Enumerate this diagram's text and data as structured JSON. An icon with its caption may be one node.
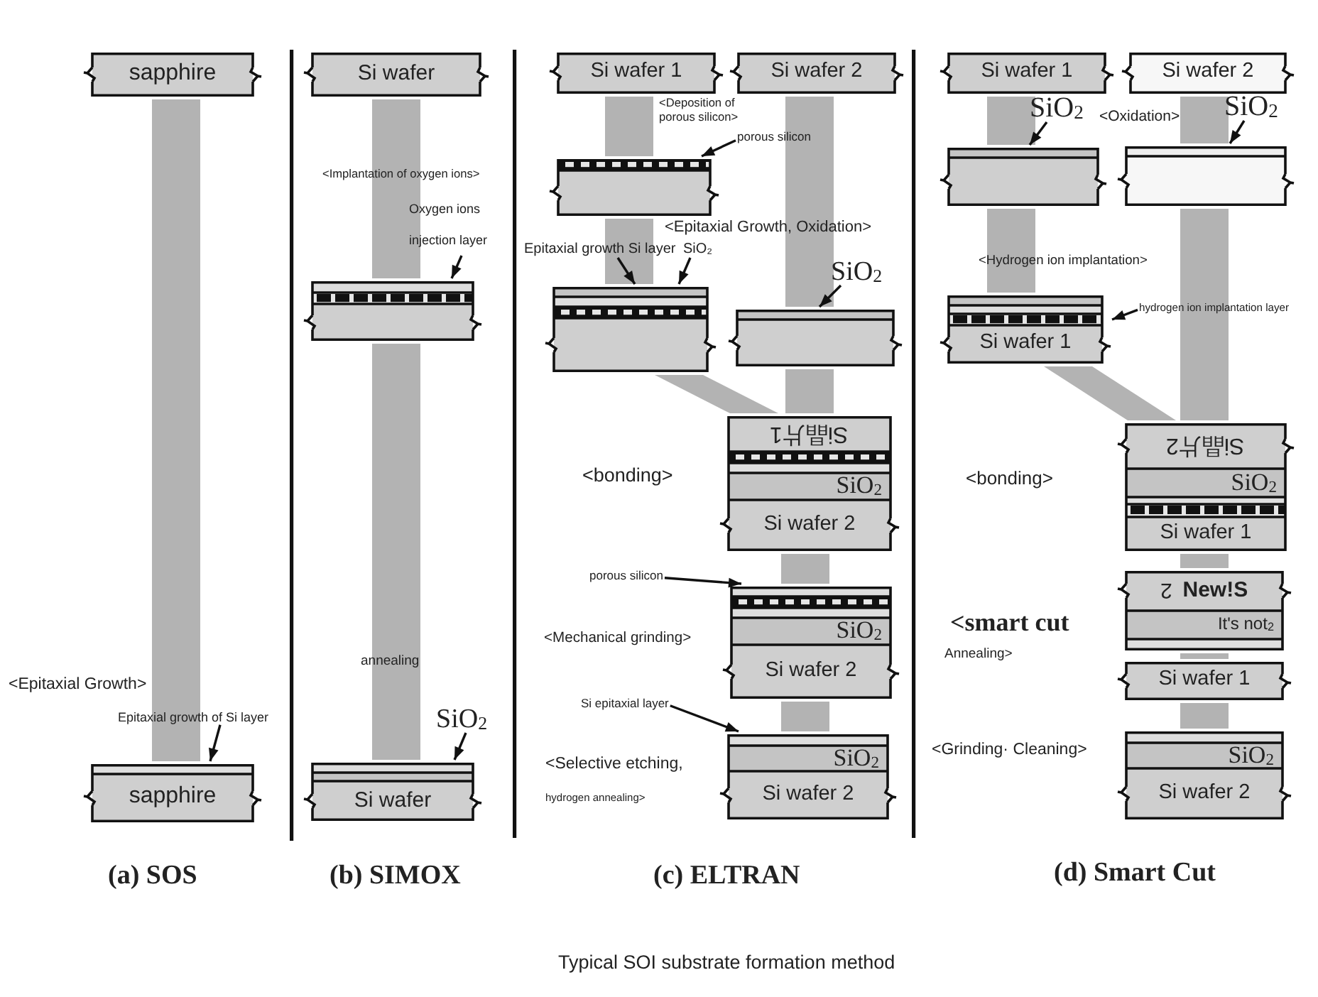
{
  "diagram": {
    "caption": "Typical SOI substrate formation method",
    "nodes": [
      {
        "text": [
          "sapphire"
        ]
      },
      {
        "text": [
          "Epitaxial growth of Si layer"
        ]
      },
      {
        "text": [
          "sapphire"
        ]
      },
      {
        "text": [
          "Si wafer"
        ]
      },
      {
        "text": [
          "Oxygen ions injection layer"
        ]
      },
      {
        "text": [],
        "shape": "box"
      },
      {
        "text": [
          "SiO$_{2}$"
        ]
      },
      {
        "text": [
          "Si wafer"
        ]
      },
      {
        "text": [
          "Si wafer 1"
        ]
      },
      {
        "text": [
          "Si wafer 2"
        ]
      },
      {
        "text": [
          "porous silicon"
        ]
      },
      {
        "text": [],
        "shape": "box"
      },
      {
        "text": [
          "Epitaxial growth Si layer"
        ]
      },
      {
        "text": [
          "SiO₂"
        ]
      },
      {
        "text": [],
        "shape": "box"
      },
      {
        "text": [
          "SiO$_{2}$"
        ]
      },
      {
        "text": [],
        "shape": "box"
      },
      {
        "text": [
          "Si晶片1",
          "SiO$_{2}$",
          "Si wafer 2"
        ]
      },
      {
        "text": [
          "porous silicon"
        ]
      },
      {
        "text": [
          "SiO$_{2}$",
          "Si wafer 2"
        ]
      },
      {
        "text": [
          "Si epitaxial layer"
        ]
      },
      {
        "text": [
          "SiO$_{2}$",
          "Si wafer 2"
        ]
      },
      {
        "text": [
          "Si wafer 1"
        ]
      },
      {
        "text": [
          "Si wafer 2"
        ]
      },
      {
        "text": [
          "SiO$_{2}$"
        ]
      },
      {
        "text": [
          "SiO$_{2}$"
        ]
      },
      {
        "text": [],
        "shape": "box"
      },
      {
        "text": [],
        "shape": "box"
      },
      {
        "text": [
          "Si wafer 1"
        ]
      },
      {
        "text": [
          "hydrogen ion implantation layer"
        ]
      },
      {
        "text": [
          "Si晶片2",
          "SiO$_{2}$",
          "Si wafer 1"
        ]
      },
      {
        "text": [
          "2",
          "New!S",
          "It's not$_{2}$"
        ]
      },
      {
        "text": [
          "Si wafer 1"
        ]
      },
      {
        "text": [
          "SiO$_{2}$",
          "Si wafer 2"
        ]
      }
    ],
    "edges": [
      {
        "from": 0,
        "to": 2,
        "arrow": "none",
        "style": "thick"
      },
      {
        "from": 1,
        "to": 2,
        "arrow": "to",
        "color": "#111111"
      },
      {
        "from": 3,
        "to": 5,
        "arrow": "none",
        "style": "thick"
      },
      {
        "from": 5,
        "to": 7,
        "arrow": "none",
        "style": "thick"
      },
      {
        "from": 4,
        "to": 5,
        "arrow": "to",
        "color": "#111111"
      },
      {
        "from": 6,
        "to": 7,
        "arrow": "to",
        "color": "#111111"
      },
      {
        "from": 8,
        "to": 11,
        "arrow": "none",
        "style": "thick"
      },
      {
        "from": 11,
        "to": 14,
        "arrow": "none",
        "style": "thick"
      },
      {
        "from": 9,
        "to": 16,
        "arrow": "none",
        "style": "thick"
      },
      {
        "from": 10,
        "to": 11,
        "arrow": "to",
        "color": "#111111"
      },
      {
        "from": 12,
        "to": 14,
        "arrow": "to",
        "color": "#111111"
      },
      {
        "from": 13,
        "to": 14,
        "arrow": "to",
        "color": "#111111"
      },
      {
        "from": 15,
        "to": 16,
        "arrow": "to",
        "color": "#111111"
      },
      {
        "from": 14,
        "to": 17,
        "arrow": "none",
        "style": "thick"
      },
      {
        "from": 16,
        "to": 17,
        "arrow": "none",
        "style": "thick"
      },
      {
        "from": 18,
        "to": 19,
        "arrow": "to",
        "color": "#111111"
      },
      {
        "from": 17,
        "to": 19,
        "arrow": "none",
        "style": "thick"
      },
      {
        "from": 20,
        "to": 21,
        "arrow": "to",
        "color": "#111111"
      },
      {
        "from": 19,
        "to": 21,
        "arrow": "none",
        "style": "thick"
      },
      {
        "from": 22,
        "to": 26,
        "arrow": "none",
        "style": "thick"
      },
      {
        "from": 23,
        "to": 27,
        "arrow": "none",
        "style": "thick"
      },
      {
        "from": 24,
        "to": 26,
        "arrow": "to",
        "color": "#111111"
      },
      {
        "from": 25,
        "to": 27,
        "arrow": "to",
        "color": "#111111"
      },
      {
        "from": 26,
        "to": 28,
        "arrow": "none",
        "style": "thick"
      },
      {
        "from": 29,
        "to": 28,
        "arrow": "to",
        "color": "#111111"
      },
      {
        "from": 28,
        "to": 30,
        "arrow": "none",
        "style": "thick"
      },
      {
        "from": 27,
        "to": 30,
        "arrow": "none",
        "style": "thick"
      },
      {
        "from": 30,
        "to": 31,
        "arrow": "none",
        "style": "thick"
      },
      {
        "from": 31,
        "to": 32,
        "arrow": "none",
        "style": "thick"
      },
      {
        "from": 32,
        "to": 33,
        "arrow": "none",
        "style": "thick"
      }
    ],
    "labels": [
      "<Epitaxial Growth>",
      "<Implantation of oxygen ions>",
      "annealing",
      "<Deposition of porous silicon>",
      "<Epitaxial Growth, Oxidation>",
      "<bonding>",
      "<Mechanical grinding>",
      "<Selective etching,",
      "hydrogen annealing>",
      "<Oxidation>",
      "<Hydrogen ion implantation>",
      "<bonding>",
      "<smart cut",
      "Annealing>",
      "<Grinding· Cleaning>",
      "(a) SOS",
      "(b) SIMOX",
      "(c) ELTRAN",
      "(d) Smart Cut"
    ]
  }
}
